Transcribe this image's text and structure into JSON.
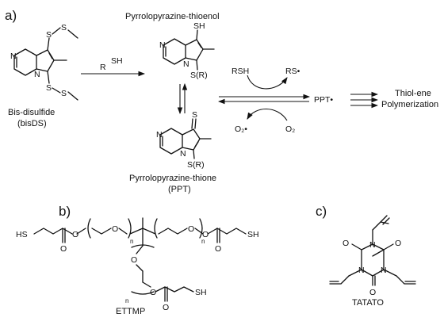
{
  "panel_a": {
    "label": "a)",
    "thioenol_title": "Pyrrolopyrazine-thioenol",
    "thione_title_line1": "Pyrrolopyrazine-thione",
    "thione_title_line2": "(PPT)",
    "bisds_line1": "Bis-disulfide",
    "bisds_line2": "(bisDS)",
    "reagent_r": "R",
    "reagent_sh": "SH",
    "atom_sh": "SH",
    "atom_s_thione": "S",
    "atom_sr_1": "S(R)",
    "atom_sr_2": "S(R)",
    "atom_n_thioenol_1": "N",
    "atom_n_thioenol_2": "N",
    "atom_n_thione_1": "N",
    "atom_n_thione_2": "N",
    "atom_n_bisds_1": "N",
    "atom_n_bisds_2": "N",
    "bisds_s1": "S",
    "bisds_s2": "S",
    "bisds_s3": "S",
    "bisds_s4": "S",
    "rsh": "RSH",
    "rs_radical": "RS•",
    "o2_radical": "O₂•",
    "o2": "O₂",
    "ppt_radical": "PPT•",
    "product_line1": "Thiol-ene",
    "product_line2": "Polymerization"
  },
  "panel_b": {
    "label": "b)",
    "hs": "HS",
    "sh_right": "SH",
    "sh_bottom": "SH",
    "name": "ETTMP",
    "n1": "n",
    "n2": "n",
    "n3": "n",
    "o": "O"
  },
  "panel_c": {
    "label": "c)",
    "name": "TATATO",
    "o": "O",
    "n": "N"
  }
}
